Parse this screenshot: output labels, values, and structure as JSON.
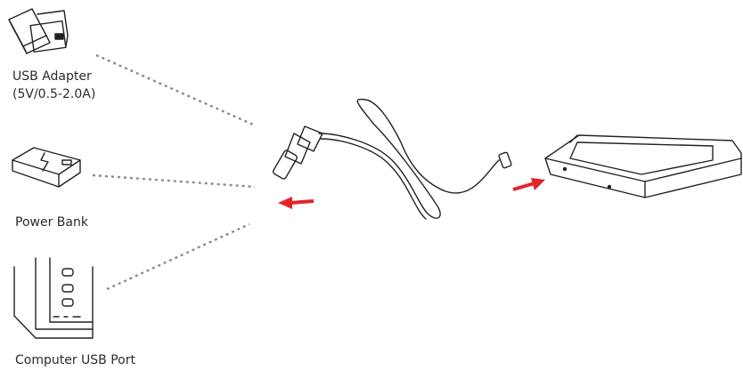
{
  "labels": {
    "usb_adapter_line1": "USB Adapter",
    "usb_adapter_line2": "(5V/0.5-2.0A)",
    "power_bank": "Power Bank",
    "computer_usb_port": "Computer USB Port"
  },
  "colors": {
    "arrow": "#e0262a",
    "line_art": "#222222",
    "dotted_line": "#8c8c8c"
  },
  "icons": {
    "usb_adapter": "usb-wall-adapter-icon",
    "power_bank": "power-bank-icon",
    "computer": "computer-tower-icon",
    "cable": "usb-cable-icon",
    "device": "charging-device-icon"
  }
}
